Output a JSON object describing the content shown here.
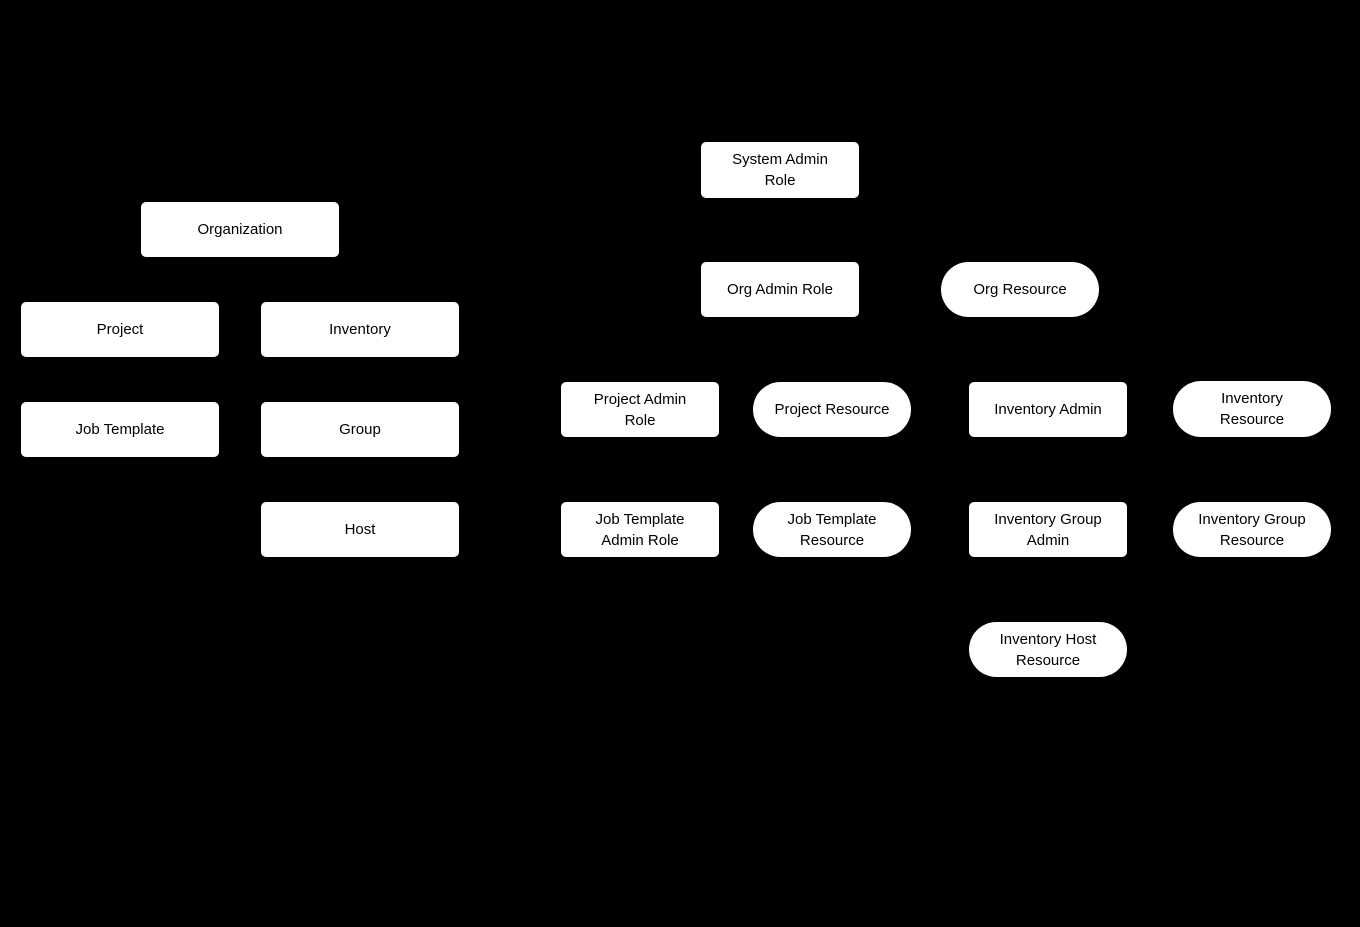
{
  "canvas": {
    "background": "#000000",
    "node_fill": "#ffffff",
    "node_text": "#000000"
  },
  "nodes": [
    {
      "id": "organization",
      "label": "Organization",
      "shape": "rect"
    },
    {
      "id": "project",
      "label": "Project",
      "shape": "rect"
    },
    {
      "id": "inventory",
      "label": "Inventory",
      "shape": "rect"
    },
    {
      "id": "job-template",
      "label": "Job Template",
      "shape": "rect"
    },
    {
      "id": "group",
      "label": "Group",
      "shape": "rect"
    },
    {
      "id": "host",
      "label": "Host",
      "shape": "rect"
    },
    {
      "id": "system-admin-role",
      "label": "System Admin\nRole",
      "shape": "rect"
    },
    {
      "id": "org-admin-role",
      "label": "Org Admin Role",
      "shape": "rect"
    },
    {
      "id": "org-resource",
      "label": "Org Resource",
      "shape": "pill"
    },
    {
      "id": "project-admin-role",
      "label": "Project Admin\nRole",
      "shape": "rect"
    },
    {
      "id": "project-resource",
      "label": "Project Resource",
      "shape": "pill"
    },
    {
      "id": "inventory-admin",
      "label": "Inventory Admin",
      "shape": "rect"
    },
    {
      "id": "inventory-resource",
      "label": "Inventory\nResource",
      "shape": "pill"
    },
    {
      "id": "job-template-admin-role",
      "label": "Job Template\nAdmin Role",
      "shape": "rect"
    },
    {
      "id": "job-template-resource",
      "label": "Job Template\nResource",
      "shape": "pill"
    },
    {
      "id": "inventory-group-admin",
      "label": "Inventory Group\nAdmin",
      "shape": "rect"
    },
    {
      "id": "inventory-group-resource",
      "label": "Inventory Group\nResource",
      "shape": "pill"
    },
    {
      "id": "inventory-host-resource",
      "label": "Inventory Host\nResource",
      "shape": "pill"
    }
  ]
}
